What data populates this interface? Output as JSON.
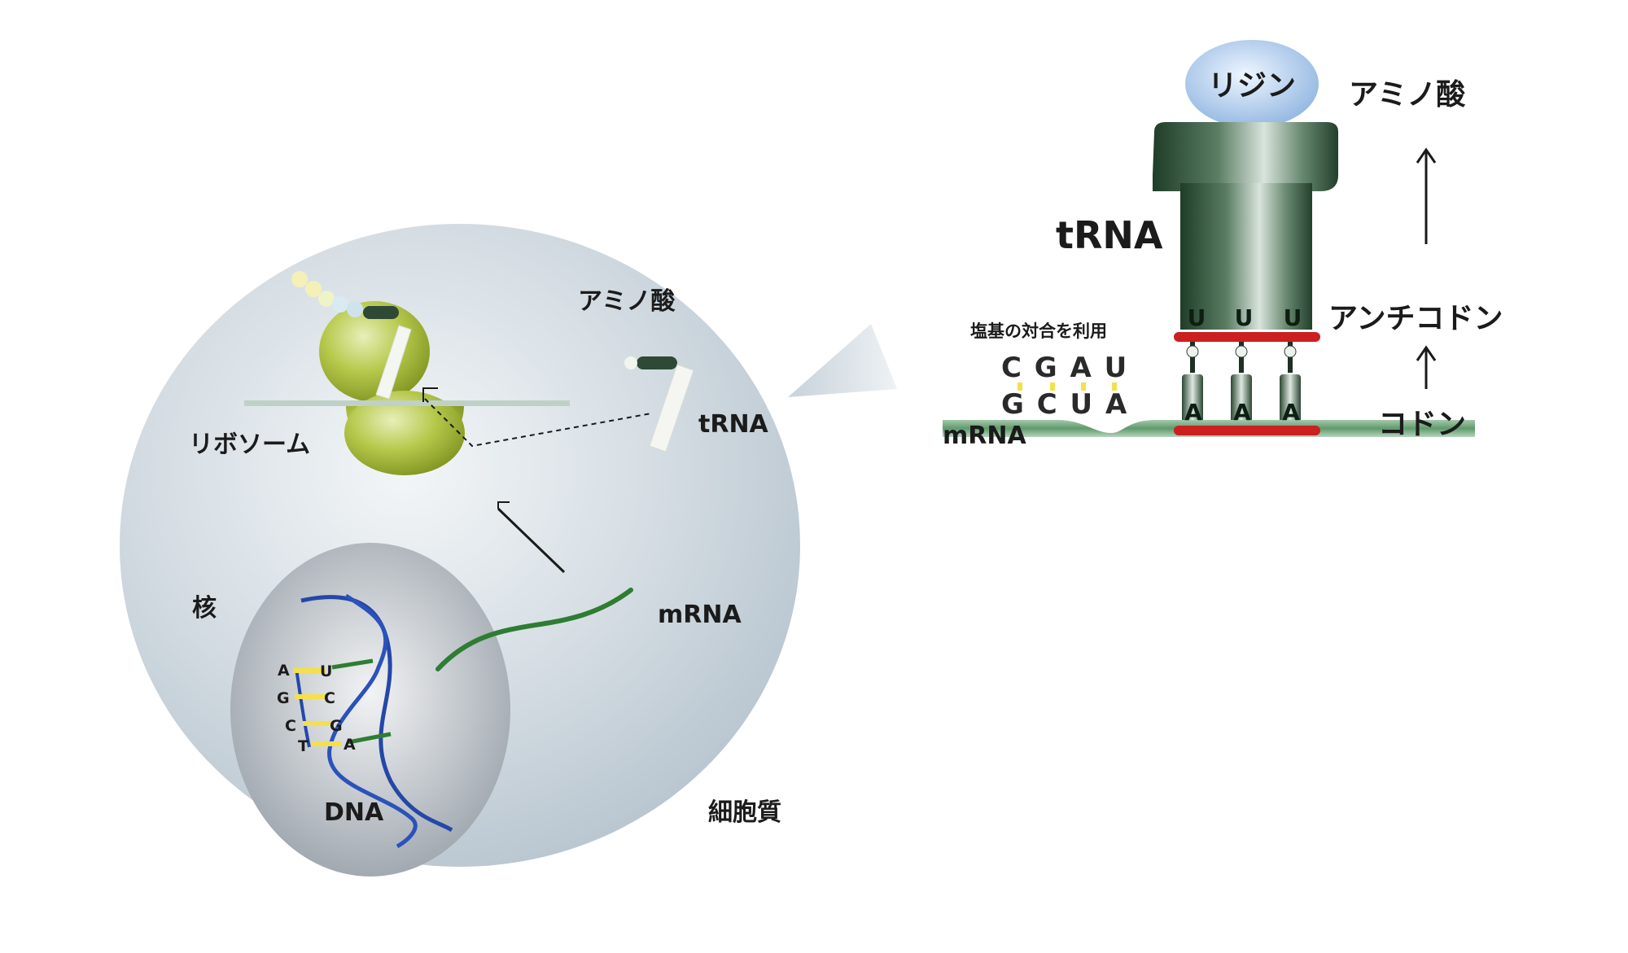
{
  "cell": {
    "ribosome_label": "リボソーム",
    "amino_acid_label": "アミノ酸",
    "trna_label": "tRNA",
    "nucleus_label": "核",
    "mrna_label": "mRNA",
    "dna_label": "DNA",
    "cytoplasm_label": "細胞質",
    "dna_pairs": [
      {
        "left": "A",
        "right": "U"
      },
      {
        "left": "G",
        "right": "C"
      },
      {
        "left": "C",
        "right": "G"
      },
      {
        "left": "T",
        "right": "A"
      }
    ]
  },
  "detail": {
    "amino_acid_name": "リジン",
    "amino_acid_label": "アミノ酸",
    "trna_label": "tRNA",
    "anticodon_label": "アンチコドン",
    "codon_label": "コドン",
    "mrna_label": "mRNA",
    "pairing_note": "塩基の対合を利用",
    "pairing_row1": "C G A U",
    "pairing_row2": "G C U A",
    "anticodon_bases": [
      "U",
      "U",
      "U"
    ],
    "codon_bases": [
      "A",
      "A",
      "A"
    ]
  },
  "colors": {
    "cell": "#c9d4dc",
    "nucleus": "#aab1b9",
    "ribosome": "#a3b72e",
    "dna_strand": "#2447a8",
    "mrna": "#2e7d32",
    "trna_body": "#2f5a3a",
    "anticodon_bar": "#cc1f1f",
    "base_yellow": "#f4e04a"
  }
}
